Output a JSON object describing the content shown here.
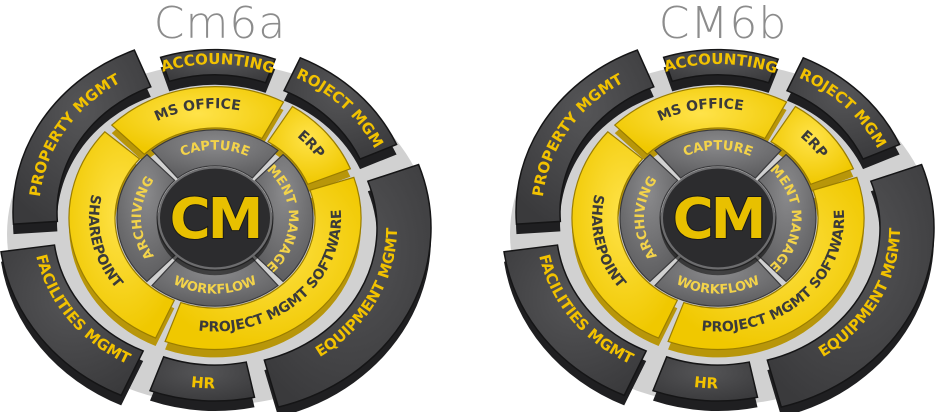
{
  "diagrams": [
    {
      "title": "Cm6a",
      "center": "CM",
      "outer": [
        "ACCOUNTING",
        "PROJECT MGMT",
        "EQUIPMENT MGMT",
        "HR",
        "FACILITIES MGMT",
        "PROPERTY MGMT"
      ],
      "middle": [
        "MS OFFICE",
        "ERP",
        "PROJECT MGMT SOFTWARE",
        "SHAREPOINT"
      ],
      "inner": [
        "CAPTURE",
        "DOCUMENT MANAGEMENT",
        "WORKFLOW",
        "ARCHIVING"
      ]
    },
    {
      "title": "CM6b",
      "center": "CM",
      "outer": [
        "ACCOUNTING",
        "PROJECT MGMT",
        "EQUIPMENT MGMT",
        "HR",
        "FACILITIES MGMT",
        "PROPERTY MGMT"
      ],
      "middle": [
        "MS OFFICE",
        "ERP",
        "PROJECT MGMT SOFTWARE",
        "SHAREPOINT"
      ],
      "inner": [
        "CAPTURE",
        "DOCUMENT MANAGEMENT",
        "WORKFLOW",
        "ARCHIVING"
      ]
    }
  ],
  "colors": {
    "outer_ring": "#3a3a3c",
    "outer_ring_edge": "#1f1f21",
    "middle_ring": "#f0c800",
    "middle_ring_edge": "#b8960a",
    "inner_ring": "#5e5e60",
    "center_disc": "#2c2c2e",
    "accent_text": "#f2c200",
    "title_text": "#8c8c8c"
  }
}
